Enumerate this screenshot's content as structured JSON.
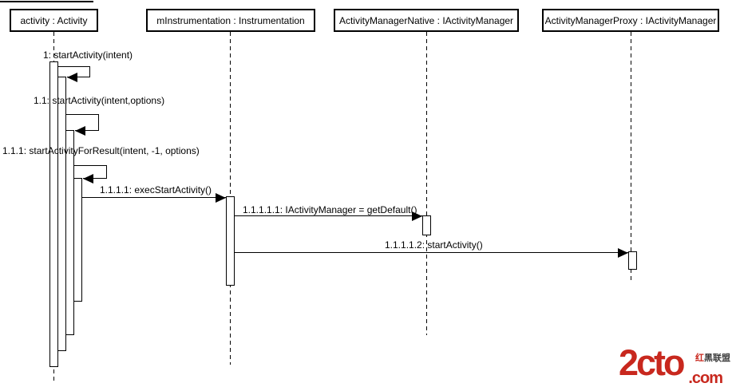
{
  "diagram": {
    "kind": "uml-sequence-diagram",
    "lifelines": [
      {
        "label": "activity : Activity"
      },
      {
        "label": "mInstrumentation : Instrumentation"
      },
      {
        "label": "ActivityManagerNative : IActivityManager"
      },
      {
        "label": "ActivityManagerProxy : IActivityManager"
      }
    ],
    "messages": [
      {
        "label": "1: startActivity(intent)",
        "from": "activity : Activity",
        "to": "activity : Activity",
        "kind": "self"
      },
      {
        "label": "1.1: startActivity(intent,options)",
        "from": "activity : Activity",
        "to": "activity : Activity",
        "kind": "self"
      },
      {
        "label": "1.1.1: startActivityForResult(intent, -1, options)",
        "from": "activity : Activity",
        "to": "activity : Activity",
        "kind": "self"
      },
      {
        "label": "1.1.1.1: execStartActivity()",
        "from": "activity : Activity",
        "to": "mInstrumentation : Instrumentation",
        "kind": "call"
      },
      {
        "label": "1.1.1.1.1: IActivityManager = getDefault()",
        "from": "mInstrumentation : Instrumentation",
        "to": "ActivityManagerNative : IActivityManager",
        "kind": "call"
      },
      {
        "label": "1.1.1.1.2: startActivity()",
        "from": "mInstrumentation : Instrumentation",
        "to": "ActivityManagerProxy : IActivityManager",
        "kind": "call"
      }
    ]
  },
  "watermark": {
    "logo_text": "2cto",
    "domain_suffix": ".com",
    "cn_first": "红",
    "cn_rest": "黑联盟",
    "red": "#C8281E",
    "dark": "#3B3B3B"
  }
}
